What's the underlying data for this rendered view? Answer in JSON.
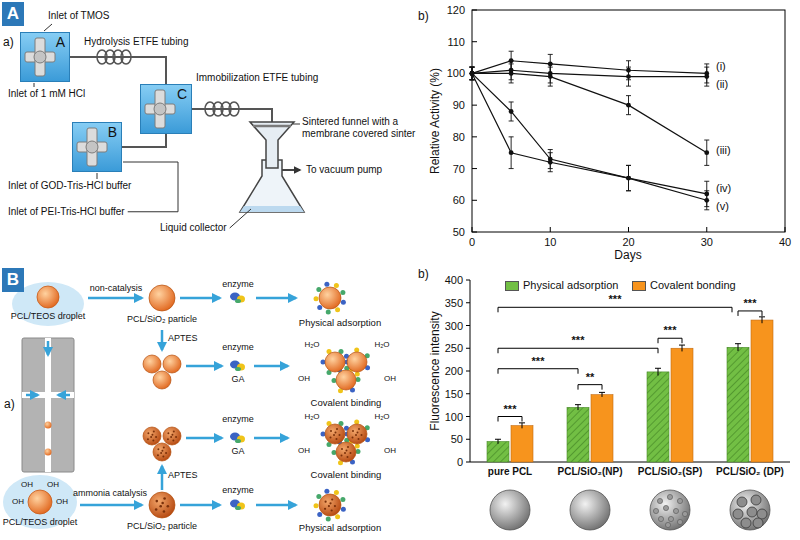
{
  "diagram": {
    "nodes": [
      {
        "text": [
          "A"
        ]
      },
      {
        "text": [
          "A"
        ]
      },
      {
        "text": [
          "B"
        ]
      },
      {
        "text": [
          "C"
        ]
      },
      {
        "text": [
          "B"
        ]
      }
    ],
    "edges": [
      {
        "from": 1,
        "to": 3,
        "arrow": "none"
      },
      {
        "from": 2,
        "to": 3,
        "arrow": "none"
      }
    ],
    "labels": [
      "a)",
      "Inlet of TMOS",
      "Hydrolysis ETFE tubing",
      "Inlet of 1 mM HCl",
      "Immobilization ETFE tubing",
      "Sintered funnel with a membrane covered sinter",
      "Inlet of GOD-Tris-HCl buffer",
      "To vacuum pump",
      "Inlet of PEI-Tris-HCl buffer",
      "Liquid collector",
      "b)",
      "Relative Activity (%)",
      "120",
      "110",
      "100",
      "90",
      "80",
      "70",
      "60",
      "50",
      "0",
      "10",
      "20",
      "30",
      "40",
      "Days",
      "(i)",
      "(ii)",
      "(iii)",
      "(iv)",
      "(v)",
      "a)",
      "PCL/TEOS droplet",
      "non-catalysis",
      "enzyme",
      "PCL/SiO₂ particle",
      "Physical adsorption",
      "APTES",
      "enzyme",
      "GA",
      "H₂O",
      "H₂O",
      "OH",
      "OH",
      "Covalent binding",
      "APTES",
      "enzyme",
      "GA",
      "H₂O",
      "H₂O",
      "OH",
      "OH",
      "Covalent binding",
      "OH",
      "OH",
      "OH",
      "OH",
      "PCL/TEOS droplet",
      "ammonia catalysis",
      "PCL/SiO₂ particle",
      "enzyme",
      "Physical adsorption",
      "b)",
      "Fluorescence intensity",
      "400",
      "350",
      "300",
      "250",
      "200",
      "150",
      "100",
      "50",
      "0",
      "pure PCL",
      "PCL/SiO₂(NP)",
      "PCL/SiO₂(SP)",
      "PCL/SiO₂ (DP)",
      "***",
      "**",
      "***",
      "***",
      "***",
      "***",
      "***"
    ],
    "legend": [
      {
        "text": "Physical adsorption",
        "color": "#72bf44"
      },
      {
        "text": "Covalent bonding",
        "color": "#f7941d"
      }
    ]
  }
}
